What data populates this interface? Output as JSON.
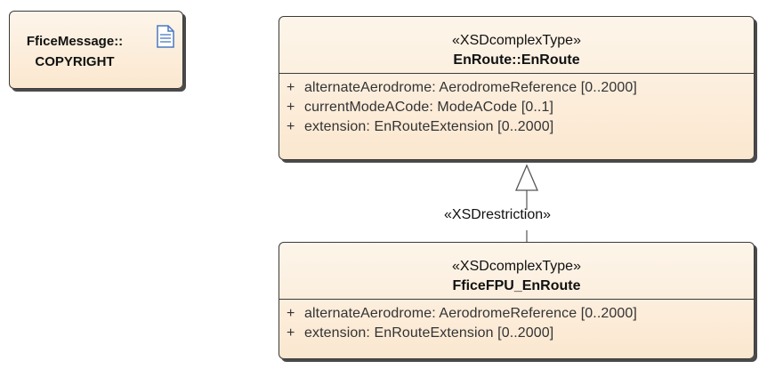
{
  "note": {
    "line1": "FficeMessage::",
    "line2": "COPYRIGHT"
  },
  "parent_class": {
    "stereotype": "«XSDcomplexType»",
    "name": "EnRoute::EnRoute",
    "attributes": [
      {
        "visibility": "+",
        "text": "alternateAerodrome: AerodromeReference [0..2000]"
      },
      {
        "visibility": "+",
        "text": "currentModeACode: ModeACode [0..1]"
      },
      {
        "visibility": "+",
        "text": "extension: EnRouteExtension [0..2000]"
      }
    ]
  },
  "child_class": {
    "stereotype": "«XSDcomplexType»",
    "name": "FficeFPU_EnRoute",
    "attributes": [
      {
        "visibility": "+",
        "text": "alternateAerodrome: AerodromeReference [0..2000]"
      },
      {
        "visibility": "+",
        "text": "extension: EnRouteExtension [0..2000]"
      }
    ]
  },
  "relationship": {
    "label": "«XSDrestriction»"
  },
  "colors": {
    "box_fill_top": "#fdf5ea",
    "box_fill_bottom": "#fbe7cf",
    "border": "#3a3a3a",
    "note_icon": "#4a78c0"
  }
}
